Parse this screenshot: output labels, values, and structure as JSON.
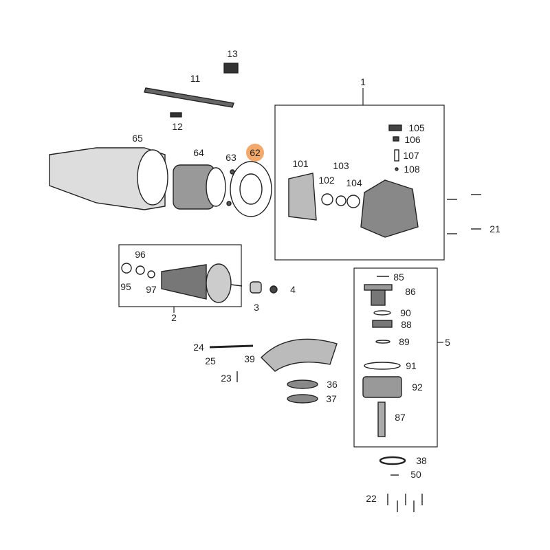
{
  "diagram": {
    "highlight_color": "#f4a86a",
    "highlighted_part": "62",
    "callouts": [
      "13",
      "11",
      "12",
      "65",
      "64",
      "63",
      "62",
      "1",
      "105",
      "106",
      "107",
      "108",
      "101",
      "102",
      "103",
      "104",
      "21",
      "96",
      "95",
      "97",
      "2",
      "3",
      "4",
      "85",
      "86",
      "90",
      "88",
      "89",
      "5",
      "91",
      "92",
      "87",
      "24",
      "25",
      "39",
      "23",
      "36",
      "37",
      "38",
      "50",
      "22"
    ]
  }
}
